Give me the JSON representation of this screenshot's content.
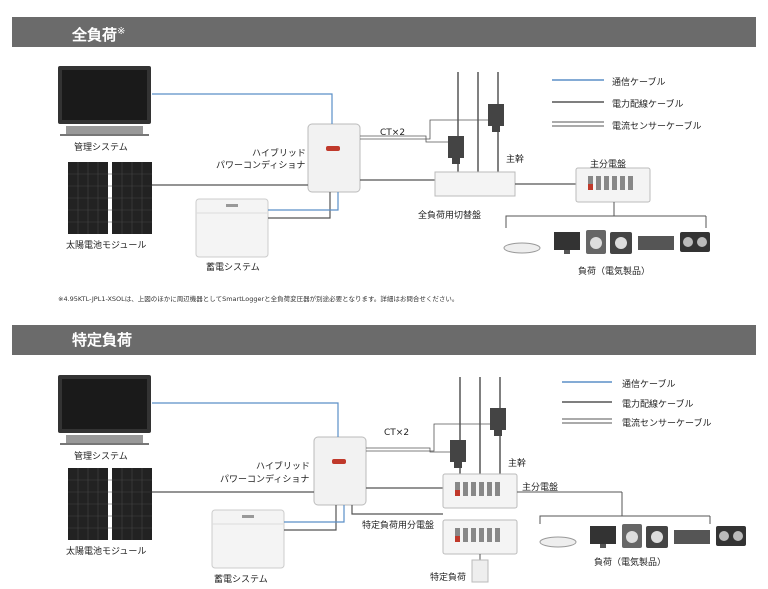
{
  "section1": {
    "title": "全負荷",
    "title_mark": "※",
    "labels": {
      "management": "管理システム",
      "solar": "太陽電池モジュール",
      "inverter_line1": "ハイブリッド",
      "inverter_line2": "パワーコンディショナ",
      "storage": "蓄電システム",
      "ct": "CT×2",
      "trunk": "主幹",
      "main_panel": "主分電盤",
      "switchboard": "全負荷用切替盤",
      "load": "負荷（電気製品）"
    },
    "note": "※4.95KTL-JPL1-XSOLは、上図のほかに周辺機器としてSmartLoggerと全負荷変圧器が別途必要となります。詳細はお問合せください。"
  },
  "section2": {
    "title": "特定負荷",
    "labels": {
      "management": "管理システム",
      "solar": "太陽電池モジュール",
      "inverter_line1": "ハイブリッド",
      "inverter_line2": "パワーコンディショナ",
      "storage": "蓄電システム",
      "ct": "CT×2",
      "trunk": "主幹",
      "main_panel": "主分電盤",
      "specific_panel": "特定負荷用分電盤",
      "specific_load": "特定負荷",
      "load": "負荷（電気製品）"
    }
  },
  "legend": {
    "comm": "通信ケーブル",
    "power": "電力配線ケーブル",
    "sensor": "電流センサーケーブル"
  },
  "colors": {
    "header_bg": "#6b6b6b",
    "comm_line": "#5b8fc7",
    "power_line": "#555555",
    "accent_red": "#c0392b"
  }
}
